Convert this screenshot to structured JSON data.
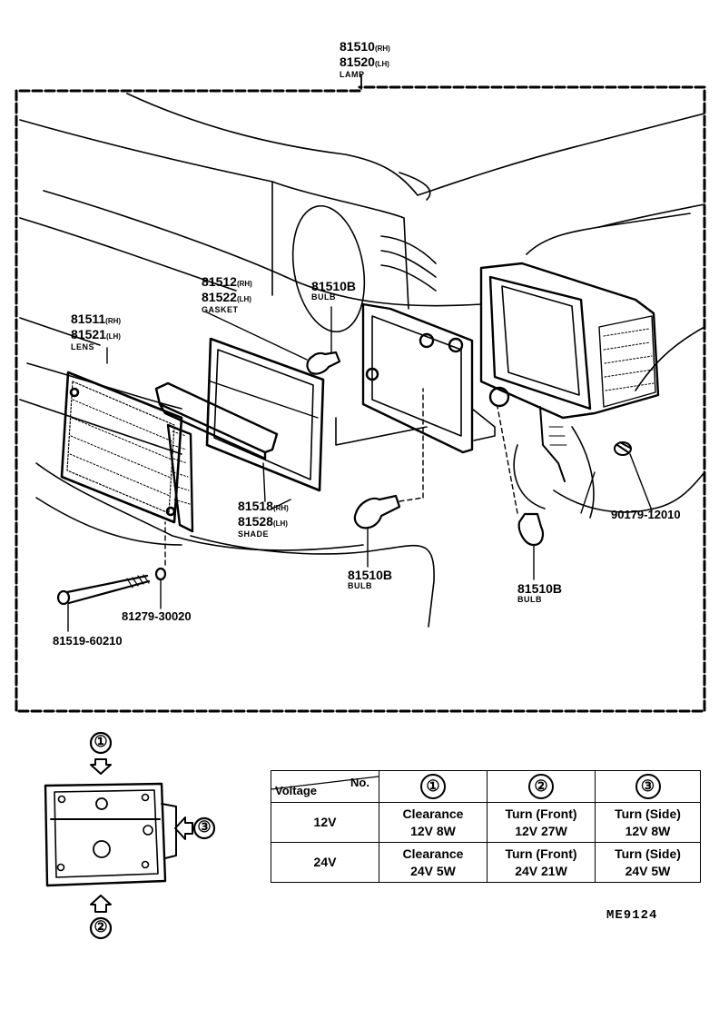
{
  "callouts": {
    "lamp": {
      "pn1": "81510",
      "suf1": "(RH)",
      "pn2": "81520",
      "suf2": "(LH)",
      "name": "LAMP"
    },
    "gasket": {
      "pn1": "81512",
      "suf1": "(RH)",
      "pn2": "81522",
      "suf2": "(LH)",
      "name": "GASKET"
    },
    "lens": {
      "pn1": "81511",
      "suf1": "(RH)",
      "pn2": "81521",
      "suf2": "(LH)",
      "name": "LENS"
    },
    "shade": {
      "pn1": "81518",
      "suf1": "(RH)",
      "pn2": "81528",
      "suf2": "(LH)",
      "name": "SHADE"
    },
    "bulb_top": {
      "pn": "81510B",
      "name": "BULB"
    },
    "bulb_mid": {
      "pn": "81510B",
      "name": "BULB"
    },
    "bulb_right": {
      "pn": "81510B",
      "name": "BULB"
    },
    "screw": {
      "pn": "90179-12010"
    },
    "washer": {
      "pn": "81279-30020"
    },
    "bolt": {
      "pn": "81519-60210"
    }
  },
  "view_markers": [
    "①",
    "②",
    "③"
  ],
  "table": {
    "header_no": "No.",
    "header_voltage": "Voltage",
    "cols": [
      "①",
      "②",
      "③"
    ],
    "rows": [
      {
        "voltage": "12V",
        "cells": [
          [
            "Clearance",
            "12V 8W"
          ],
          [
            "Turn (Front)",
            "12V 27W"
          ],
          [
            "Turn (Side)",
            "12V 8W"
          ]
        ]
      },
      {
        "voltage": "24V",
        "cells": [
          [
            "Clearance",
            "24V 5W"
          ],
          [
            "Turn (Front)",
            "24V 21W"
          ],
          [
            "Turn (Side)",
            "24V 5W"
          ]
        ]
      }
    ]
  },
  "drawing_code": "ME9124"
}
